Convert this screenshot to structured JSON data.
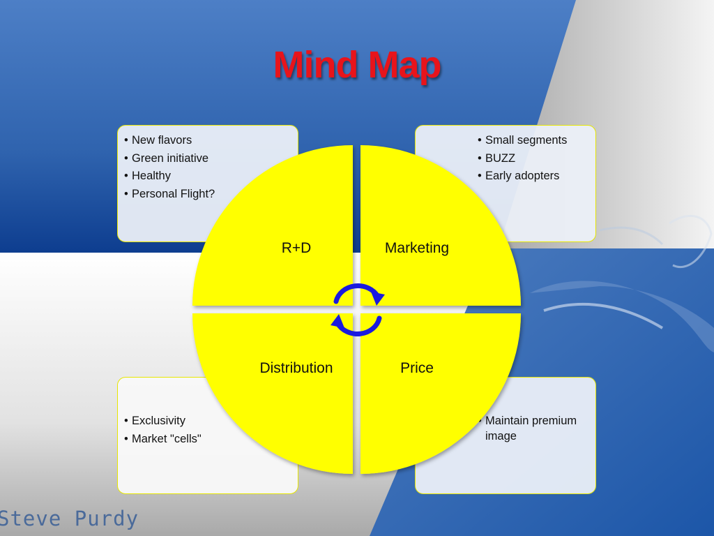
{
  "slide": {
    "title": "Mind Map",
    "author": "Steve Purdy",
    "colors": {
      "title": "#e8141b",
      "quadrant_fill": "#ffff00",
      "arrow": "#1a1adf",
      "box_border": "#e6e600",
      "background_blue": "#2d66b3"
    }
  },
  "quadrants": [
    {
      "label": "R+D",
      "items": [
        "New flavors",
        "Green initiative",
        "Healthy",
        "Personal Flight?"
      ]
    },
    {
      "label": "Marketing",
      "items": [
        "Small segments",
        "BUZZ",
        "Early adopters"
      ]
    },
    {
      "label": "Distribution",
      "items": [
        "Exclusivity",
        "Market \"cells\""
      ]
    },
    {
      "label": "Price",
      "items": [
        "Maintain premium image"
      ]
    }
  ],
  "center_icon": "cycle-arrows-icon"
}
